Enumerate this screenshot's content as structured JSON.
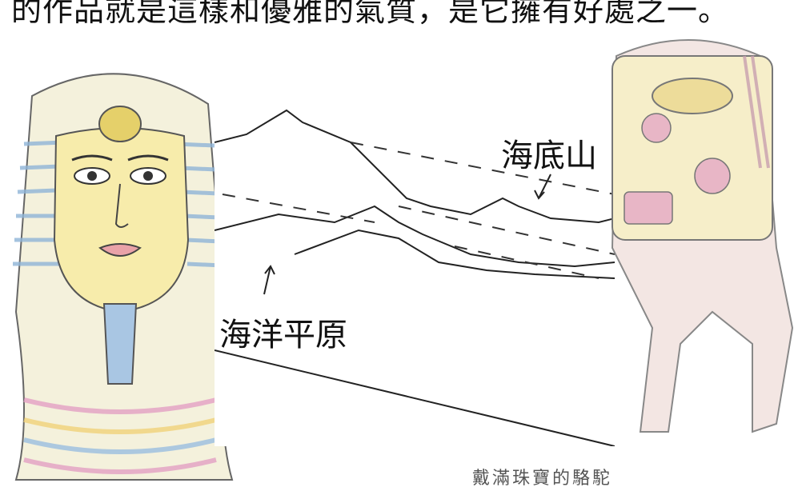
{
  "top_caption": "的作品就是這樣和優雅的氣質，是它擁有好處之一。",
  "seafloor_labels": {
    "seamount": "海底山",
    "ocean_plain": "海洋平原"
  },
  "camel_caption": "戴滿珠寶的駱駝"
}
